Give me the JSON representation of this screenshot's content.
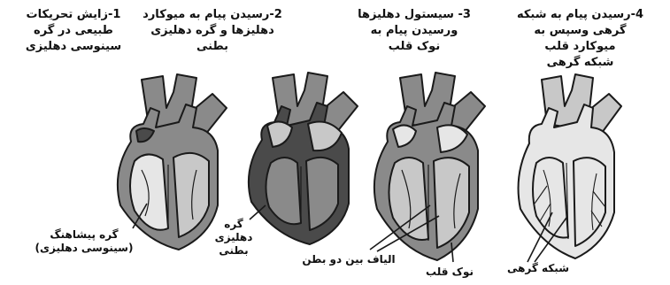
{
  "steps": [
    {
      "caption": "1-زایش تحریکات\nطبیعی در گره\nسینوسی دهلیزی"
    },
    {
      "caption": "2-رسیدن پیام به میوکارد\nدهلیزها و گره دهلیزی\nبطنی"
    },
    {
      "caption": "3- سیستول دهلیزها\nورسیدن پیام به\nنوک قلب"
    },
    {
      "caption": "4-رسیدن پیام به شبکه\nگرهی وسپس به\nمیوکارد قلب\nشبکه گرهی"
    }
  ],
  "labels": {
    "sa_node": "گره پیشاهنگ\n(سینوسی دهلیزی)",
    "av_node": "گره\nدهلیزی\nبطنی",
    "fibers": "الیاف بین دو بطن",
    "apex": "نوک قلب",
    "network": "شبکه گرهی"
  },
  "colors": {
    "outline": "#1a1a1a",
    "wall_dark": "#4a4a4a",
    "wall_mid": "#8a8a8a",
    "fill_light": "#c8c8c8",
    "fill_pale": "#e6e6e6",
    "background": "#ffffff"
  }
}
